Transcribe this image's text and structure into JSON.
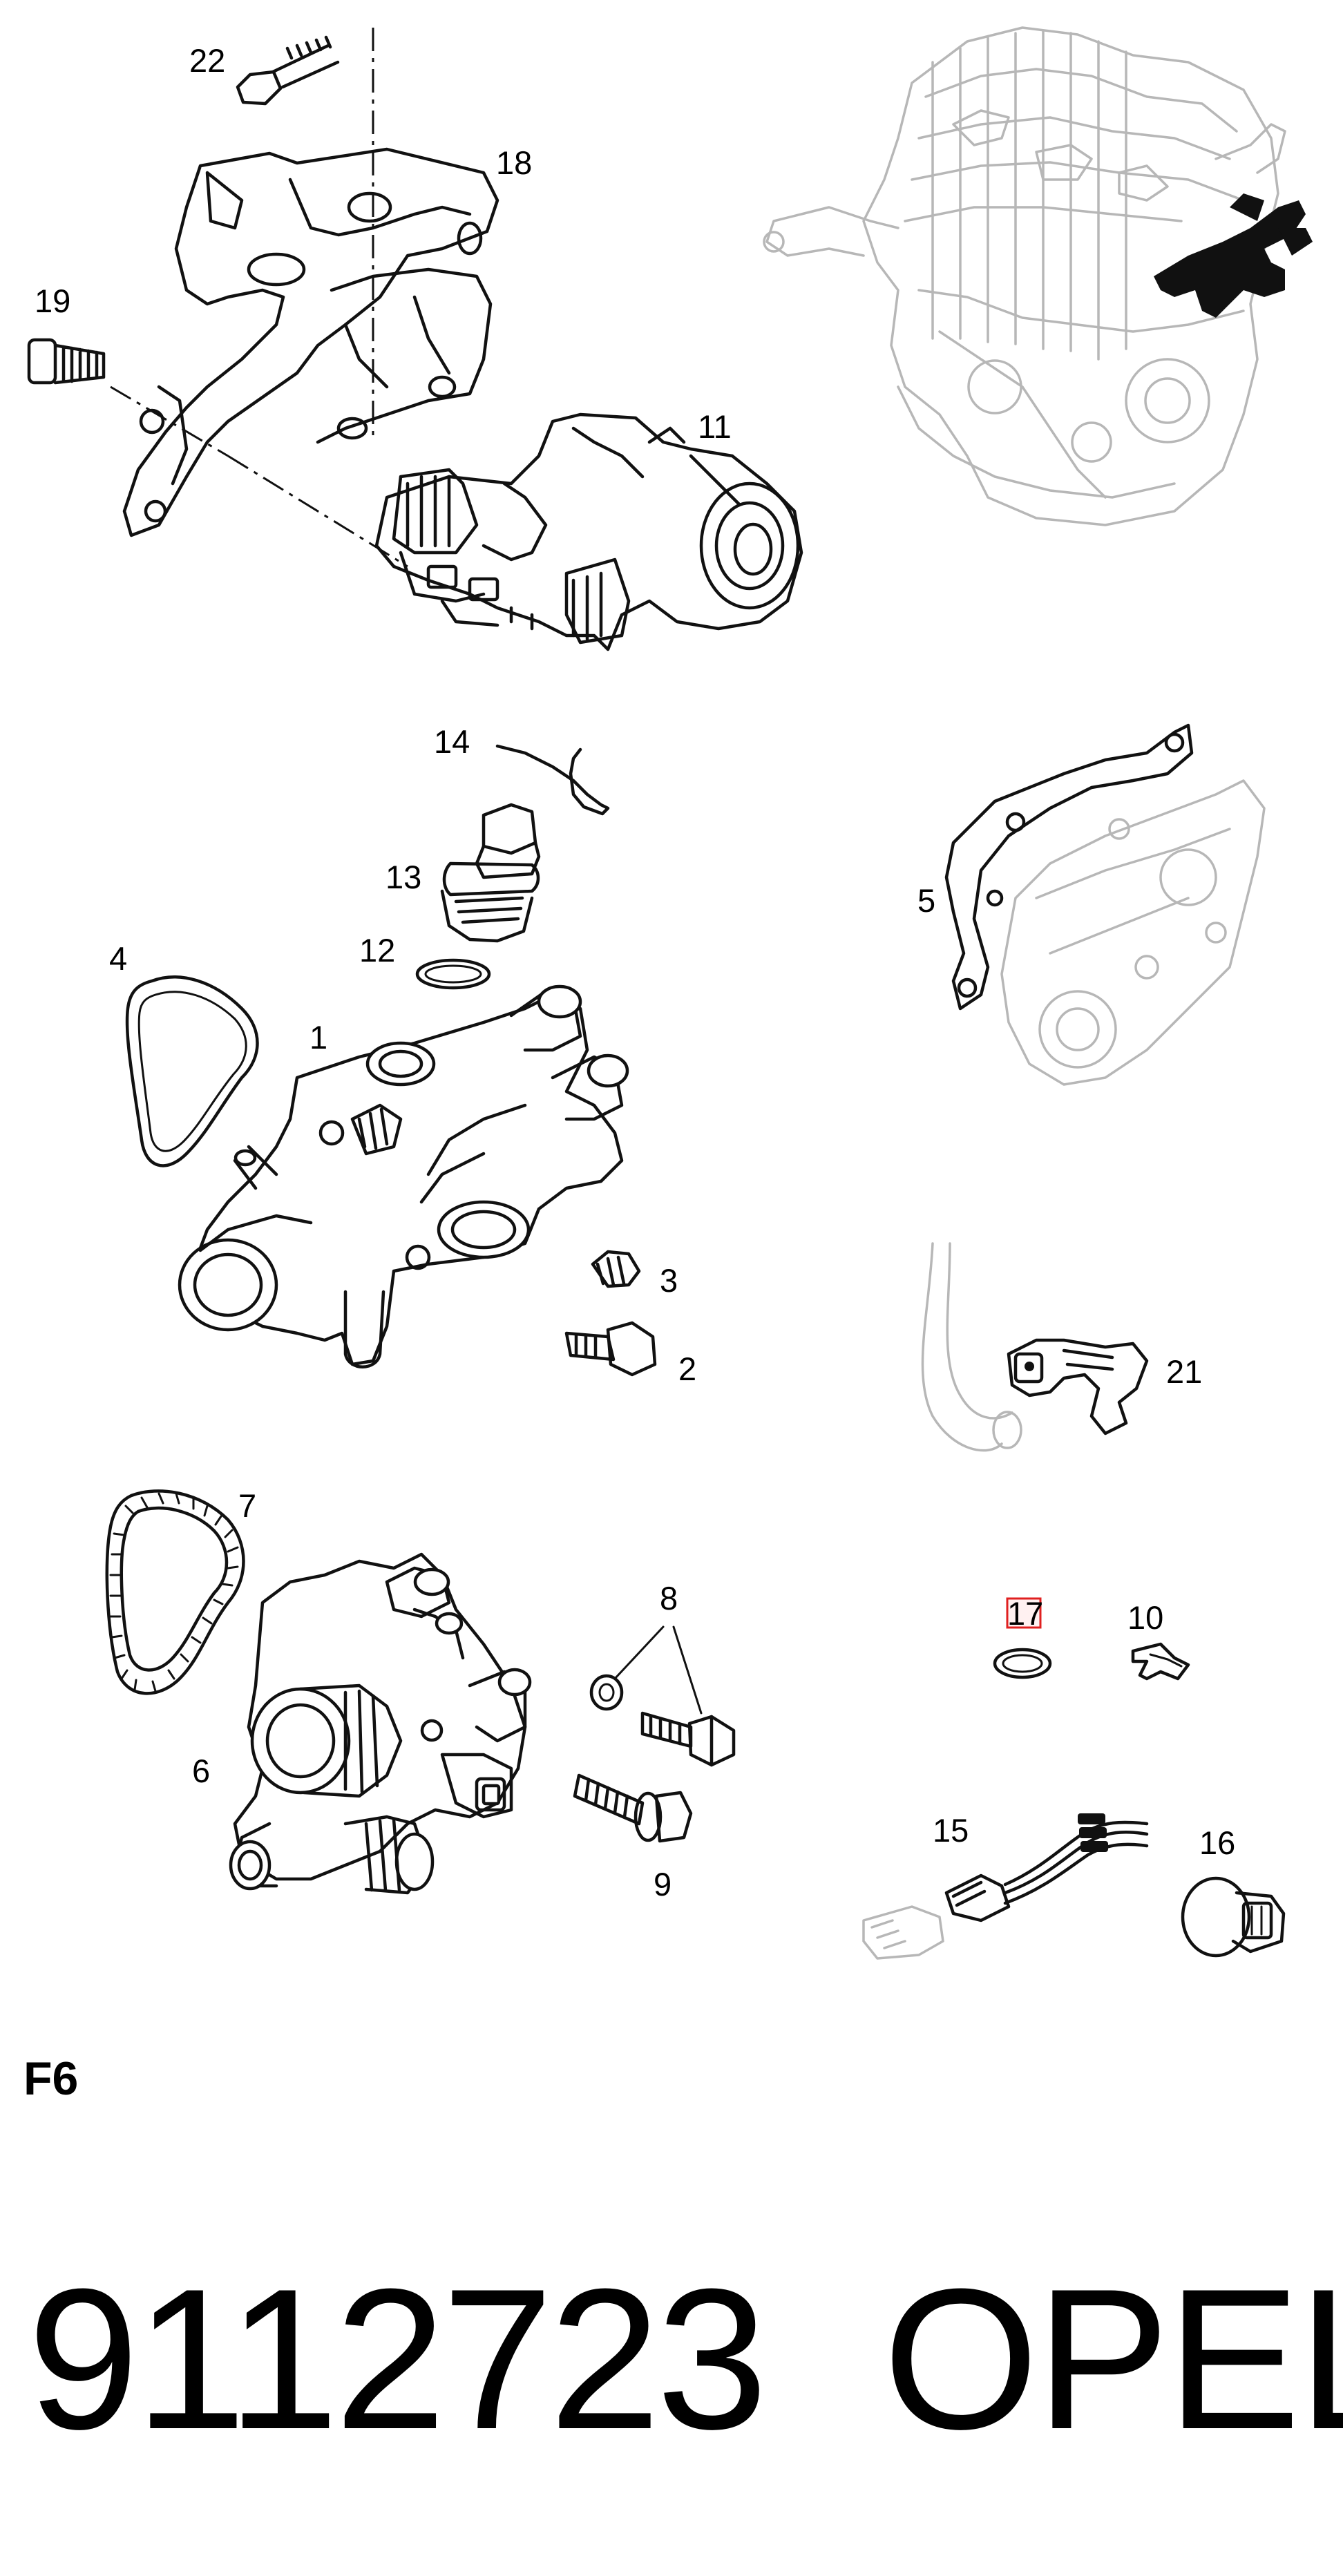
{
  "diagram": {
    "callouts": [
      "22",
      "18",
      "19",
      "11",
      "14",
      "13",
      "12",
      "4",
      "1",
      "5",
      "3",
      "2",
      "21",
      "7",
      "8",
      "17",
      "10",
      "6",
      "9",
      "15",
      "16"
    ],
    "highlighted_callout": "17"
  },
  "footer": {
    "section_code": "F6",
    "part_number": "9112723",
    "brand": "OPEL"
  }
}
